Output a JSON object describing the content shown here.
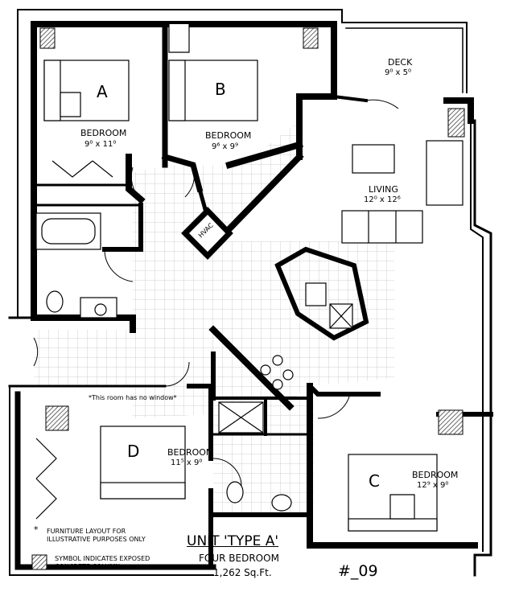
{
  "rooms": {
    "a": {
      "letter": "A",
      "name": "BEDROOM",
      "size": "9⁰ x 11⁰"
    },
    "b": {
      "letter": "B",
      "name": "BEDROOM",
      "size": "9⁶ x 9⁹"
    },
    "c": {
      "letter": "C",
      "name": "BEDROOM",
      "size": "12⁹ x 9⁰"
    },
    "d": {
      "letter": "D",
      "name": "BEDROOM",
      "size": "11⁵ x 9⁰",
      "note": "*This room has no window*"
    },
    "deck": {
      "name": "DECK",
      "size": "9⁰ x 5⁰"
    },
    "living": {
      "name": "LIVING",
      "size": "12⁰ x 12⁶"
    },
    "hvac": {
      "name": "HVAC"
    }
  },
  "legend": {
    "furniture_note_line1": "FURNITURE LAYOUT FOR",
    "furniture_note_line2": "ILLUSTRATIVE PURPOSES ONLY",
    "column_note_line1": "SYMBOL INDICATES EXPOSED",
    "column_note_line2": "CONCRETE COLUMN",
    "asterisk": "*"
  },
  "title_block": {
    "unit": "UNIT 'TYPE A'",
    "type": "FOUR BEDROOM",
    "area": "1,262 Sq.Ft.",
    "number": "#_09"
  },
  "colors": {
    "wall": "#000000",
    "hatch": "#555555",
    "grid": "#bdbdbd",
    "background": "#ffffff"
  }
}
